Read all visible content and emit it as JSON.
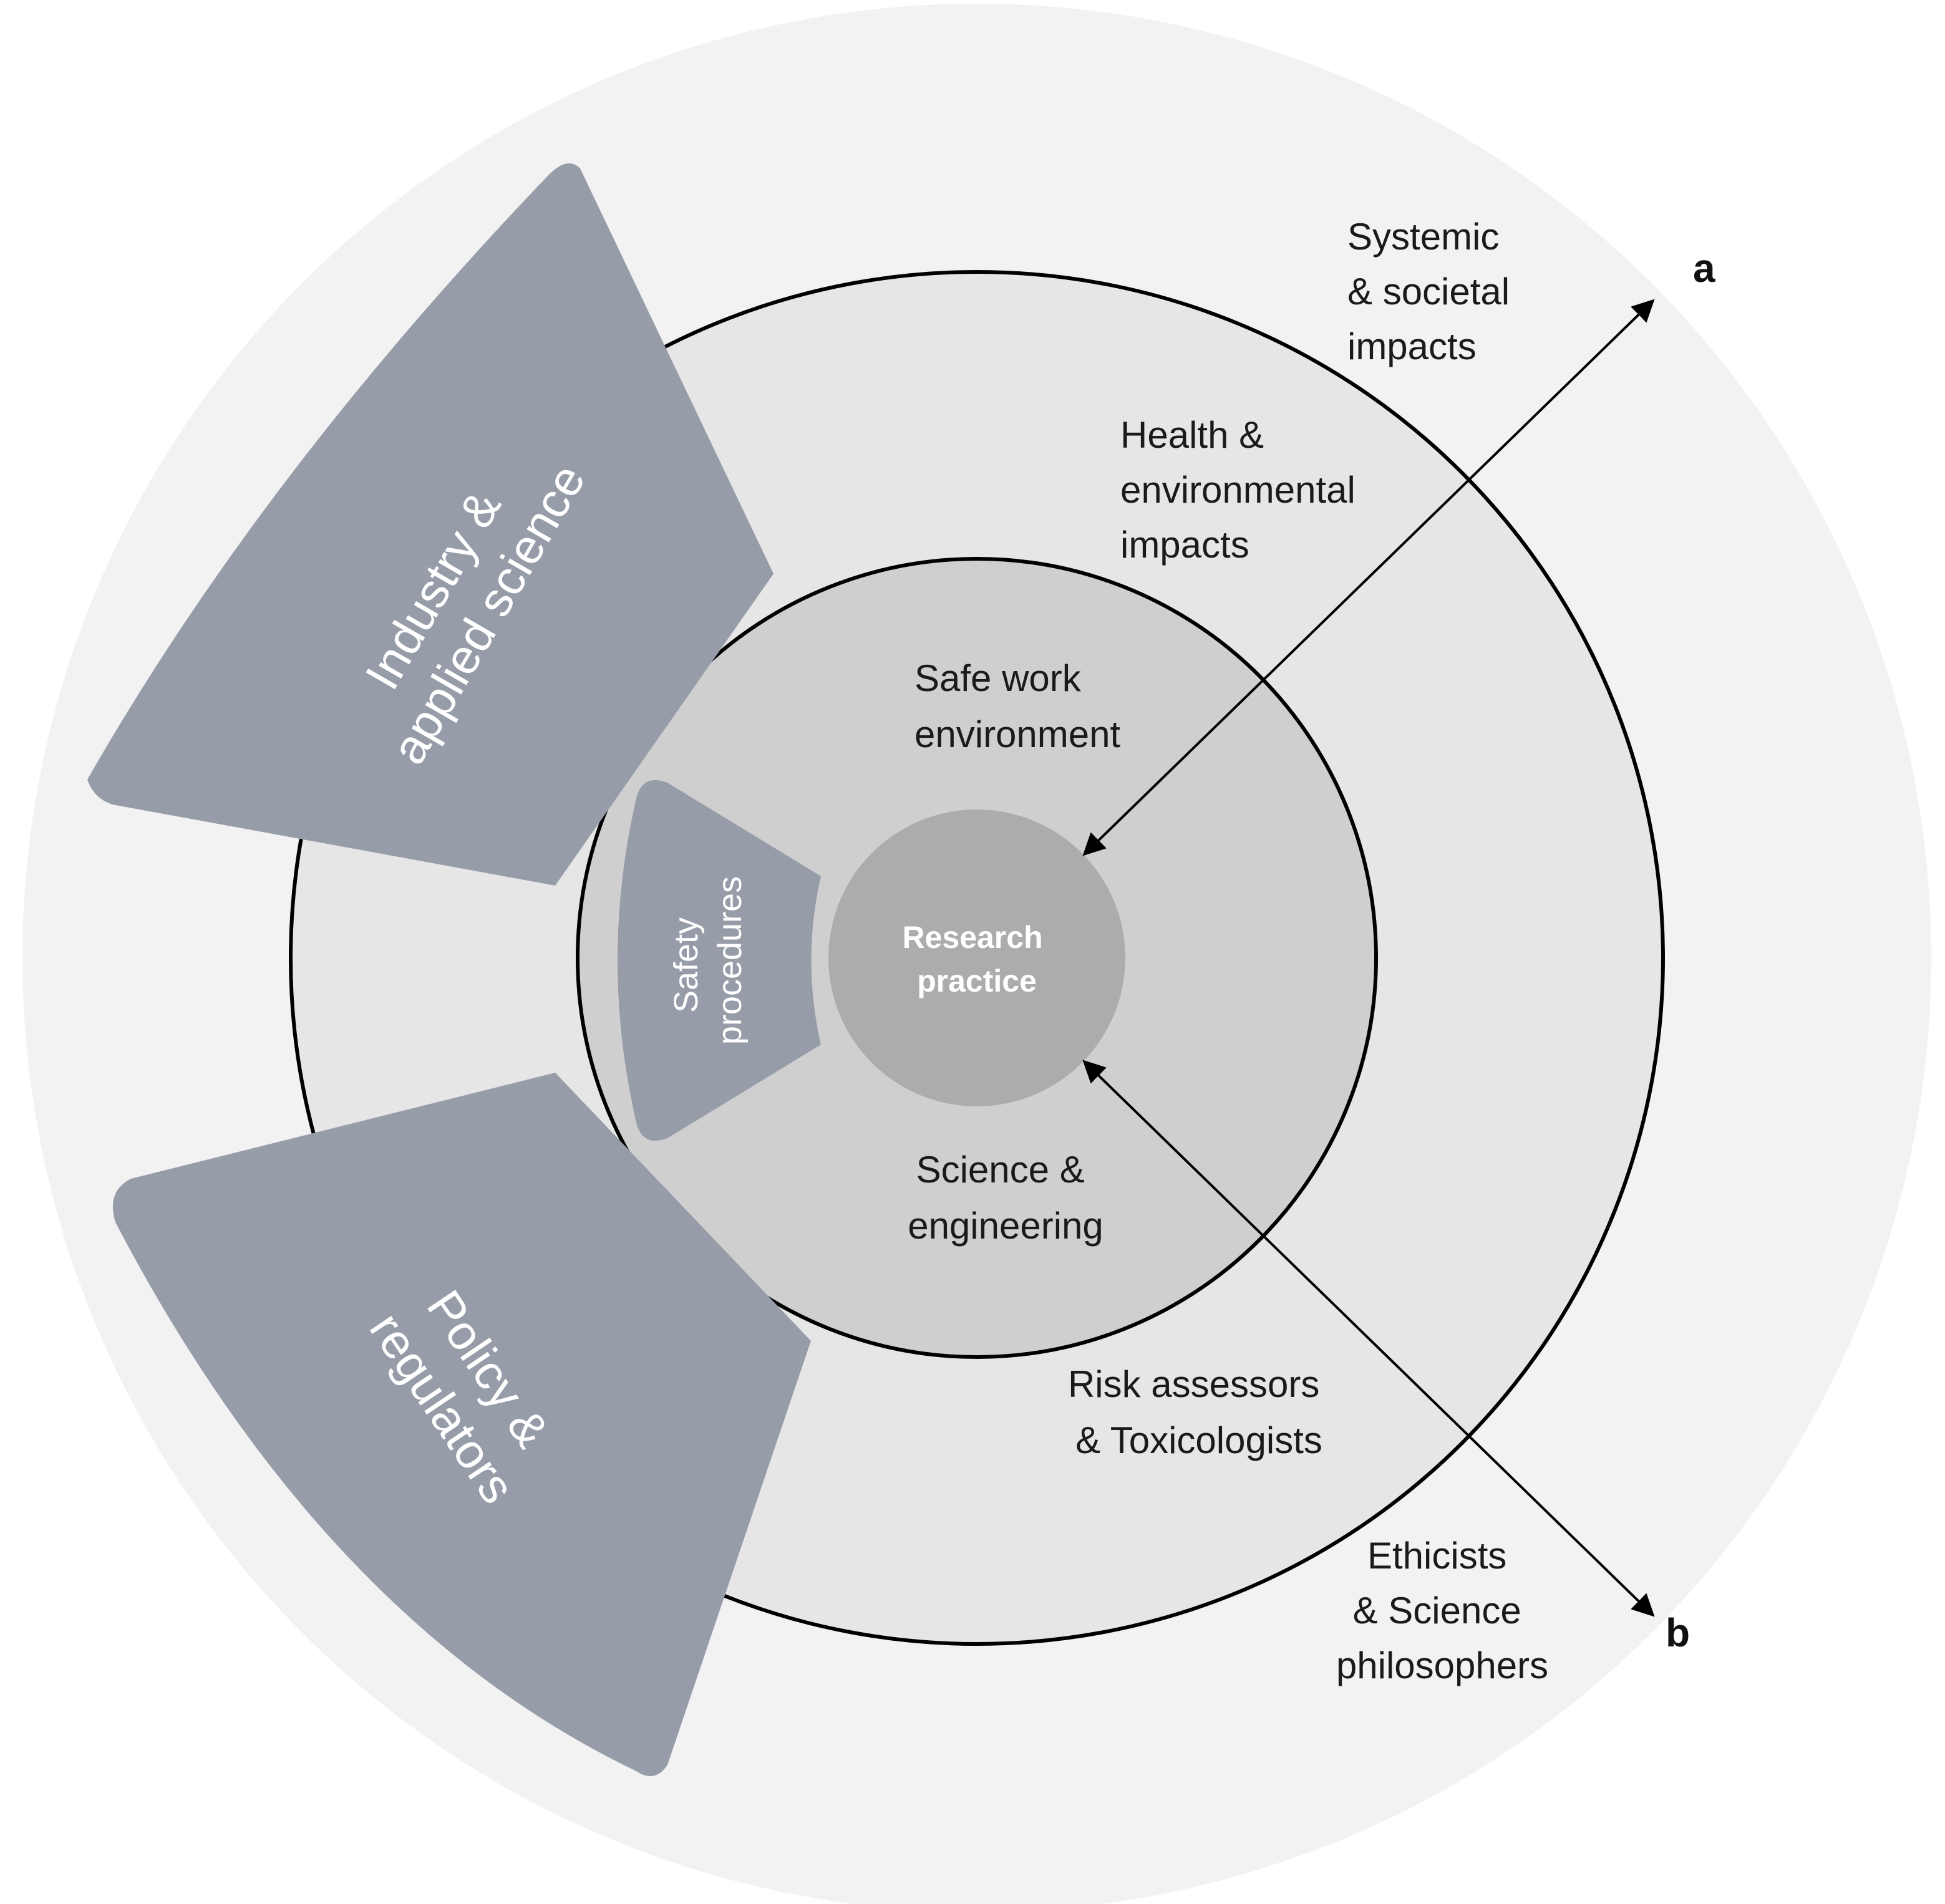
{
  "diagram": {
    "center": {
      "line1": "Research",
      "line2": "practice"
    },
    "rings": {
      "outer": {
        "name": "Systemic & societal impacts",
        "label_lines": [
          "Systemic",
          "& societal",
          "impacts"
        ],
        "people_lines": [
          "Ethicists",
          "& Science",
          "philosophers"
        ]
      },
      "middle": {
        "name": "Health & environmental impacts",
        "label_lines": [
          "Health &",
          "environmental",
          "impacts"
        ],
        "people_lines": [
          "Risk assessors",
          "& Toxicologists"
        ]
      },
      "inner": {
        "name": "Safe work environment",
        "label_lines": [
          "Safe work",
          "environment"
        ],
        "people_lines": [
          "Science &",
          "engineering"
        ]
      }
    },
    "wedges": {
      "industry": {
        "line1": "Industry &",
        "line2": "applied science"
      },
      "policy": {
        "line1": "Policy &",
        "line2": "regulators"
      },
      "safety": {
        "line1": "Safety",
        "line2": "procedures"
      }
    },
    "arrows": {
      "a": {
        "label": "a"
      },
      "b": {
        "label": "b"
      }
    },
    "colors": {
      "outer_fill": "#f2f2f2",
      "middle_fill": "#e6e6e6",
      "inner_fill": "#d0cfd0",
      "center_fill": "#aeabab",
      "wedge_fill": "#979ca9",
      "line": "#000000"
    }
  }
}
